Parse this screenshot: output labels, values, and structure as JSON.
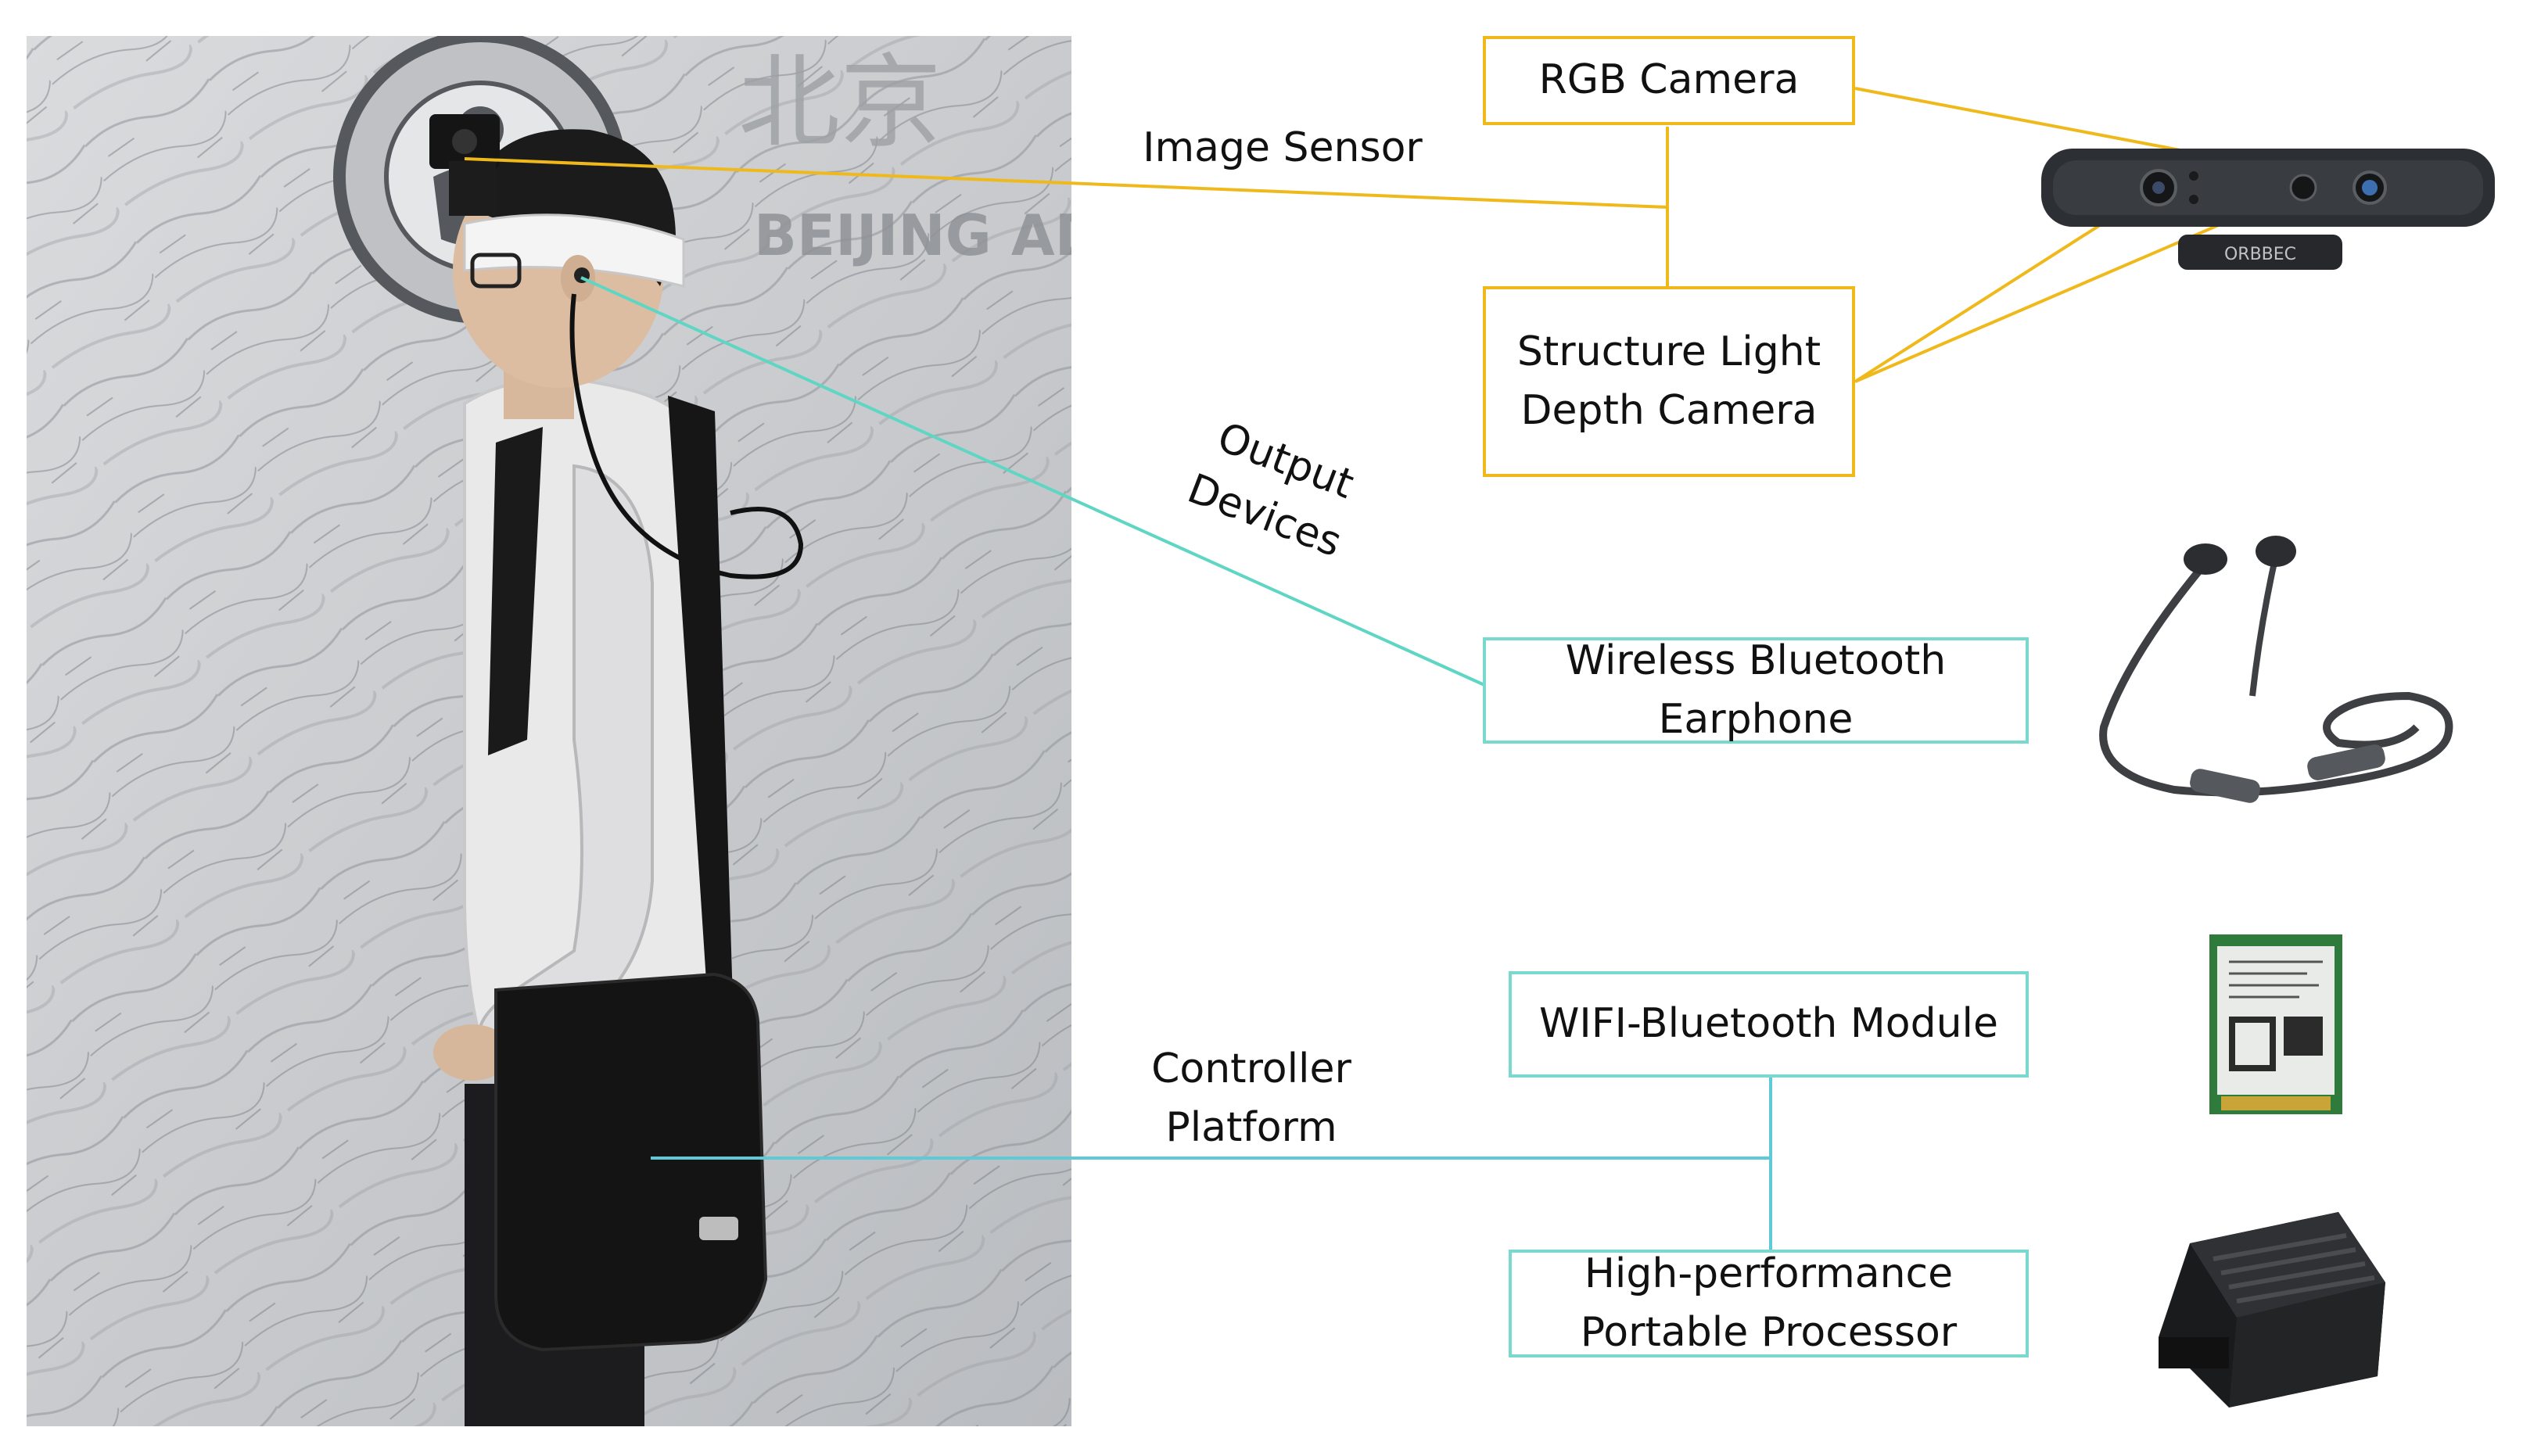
{
  "groups": {
    "image_sensor": {
      "label": "Image Sensor",
      "components": [
        "RGB Camera",
        "Structure Light\nDepth Camera"
      ]
    },
    "output_devices": {
      "label": "Output\nDevices",
      "components": [
        "Wireless Bluetooth\nEarphone"
      ]
    },
    "controller_platform": {
      "label": "Controller\nPlatform",
      "components": [
        "WIFI-Bluetooth Module",
        "High-performance\nPortable Processor"
      ]
    }
  },
  "photo": {
    "wall_logo_text": "BEIJING AD",
    "wall_chinese_text": "北京",
    "camera_brand": "ORBBEC"
  },
  "colors": {
    "image_sensor": "#f0b91b",
    "output_devices": "#5fd6c4",
    "controller_platform": "#5fc9d8"
  }
}
